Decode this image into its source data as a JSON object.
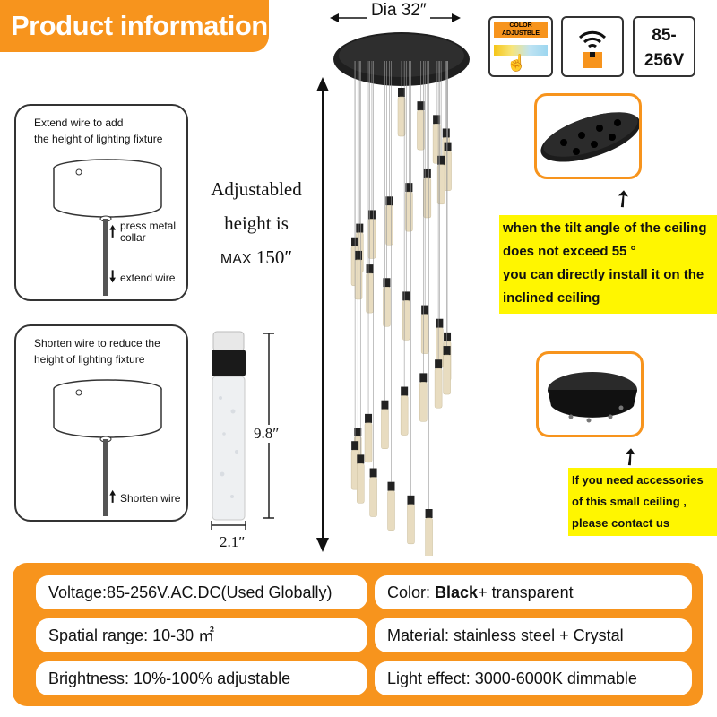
{
  "header": {
    "title": "Product information"
  },
  "extend_box": {
    "line1": "Extend wire to add",
    "line2": "the height of lighting fixture",
    "press_label": "press metal collar",
    "wire_label": "extend wire"
  },
  "shorten_box": {
    "line1": "Shorten wire to reduce the",
    "line2": "height of lighting fixture",
    "wire_label": "Shorten wire"
  },
  "height_note": {
    "line1": "Adjustabled",
    "line2": "height is",
    "line3_prefix": "MAX",
    "line3_value": "150″"
  },
  "dimensions": {
    "diameter": "Dia 32″",
    "tube_height": "9.8″",
    "tube_width": "2.1″"
  },
  "badges": {
    "color_adjustable": "COLOR ADJUSTBLE",
    "voltage_line1": "85-",
    "voltage_line2": "256V"
  },
  "tilt_note": {
    "line1": "when the tilt angle of the ceiling",
    "line2": "does not exceed 55 °",
    "line3": "you can directly install it on the",
    "line4": "inclined ceiling"
  },
  "accessory_note": {
    "line1": "If you need accessories",
    "line2": "of this small ceiling ,",
    "line3": "please contact us"
  },
  "specs": {
    "voltage": "Voltage:85-256V.AC.DC(Used Globally)",
    "color_label": "Color: ",
    "color_value": "Black",
    "color_rest": "+ transparent",
    "spatial": "Spatial range: 10-30 ㎡",
    "material": "Material: stainless steel + Crystal",
    "brightness": "Brightness: 10%-100% adjustable",
    "light_effect": "Light effect: 3000-6000K dimmable"
  },
  "colors": {
    "accent": "#f7941d",
    "note_yellow": "#fff600"
  }
}
